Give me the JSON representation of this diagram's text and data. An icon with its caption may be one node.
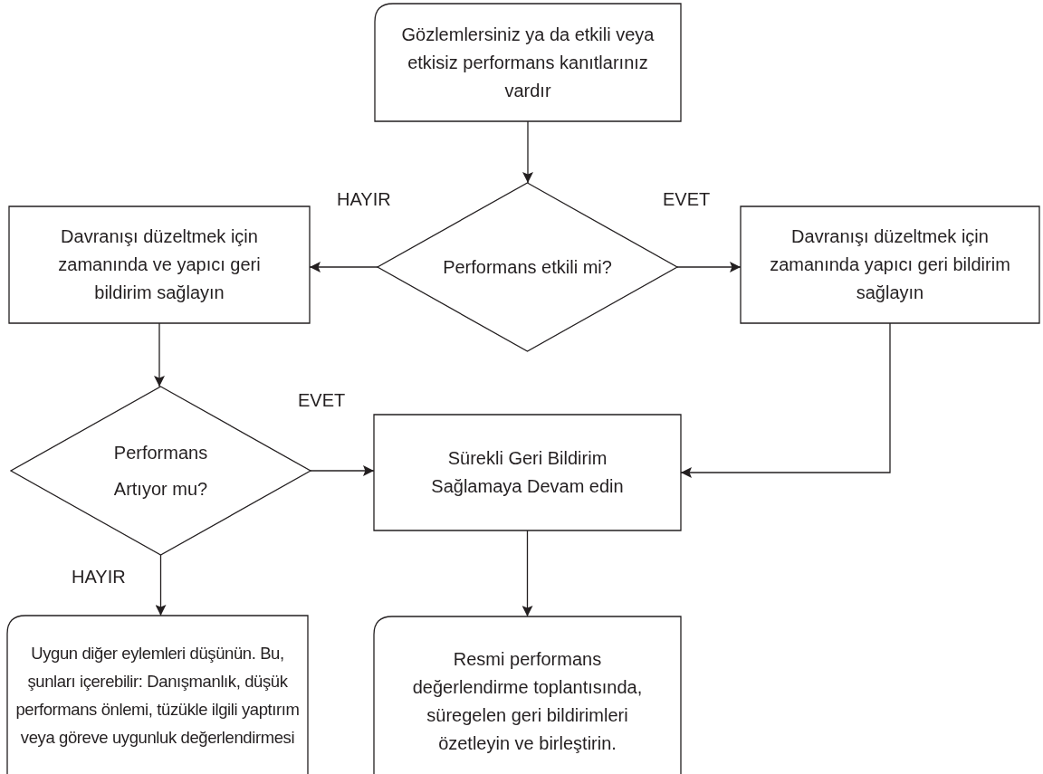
{
  "diagram": {
    "nodes": [
      {
        "text": [
          "Gözlemlersiniz ya da etkili veya etkisiz performans kanıtlarınız vardır"
        ]
      },
      {
        "text": [
          "Performans etkili mi?"
        ]
      },
      {
        "text": [
          "Davranışı düzeltmek için zamanında ve yapıcı geri bildirim sağlayın"
        ]
      },
      {
        "text": [
          "Davranışı düzeltmek için zamanında yapıcı geri bildirim sağlayın"
        ]
      },
      {
        "text": [
          "Performans Artıyor mu?"
        ]
      },
      {
        "text": [
          "Sürekli Geri Bildirim Sağlamaya Devam edin"
        ]
      },
      {
        "text": [
          "Uygun diğer eylemleri düşünün. Bu, şunları içerebilir: Danışmanlık, düşük performans önlemi, tüzükle ilgili yaptırım veya göreve uygunluk değerlendirmesi"
        ]
      },
      {
        "text": [
          "Resmi performans değerlendirme toplantısında, süregelen geri bildirimleri özetleyin ve birleştirin."
        ]
      }
    ],
    "edges": [
      {
        "from": 0,
        "to": 1,
        "arrow": "to"
      },
      {
        "from": 1,
        "to": 2,
        "arrow": "to",
        "label": "HAYIR"
      },
      {
        "from": 1,
        "to": 3,
        "arrow": "to",
        "label": "EVET"
      },
      {
        "from": 2,
        "to": 4,
        "arrow": "to"
      },
      {
        "from": 4,
        "to": 5,
        "arrow": "to",
        "label": "EVET"
      },
      {
        "from": 3,
        "to": 5,
        "arrow": "to"
      },
      {
        "from": 4,
        "to": 6,
        "arrow": "to",
        "label": "HAYIR"
      },
      {
        "from": 5,
        "to": 7,
        "arrow": "to"
      }
    ]
  }
}
